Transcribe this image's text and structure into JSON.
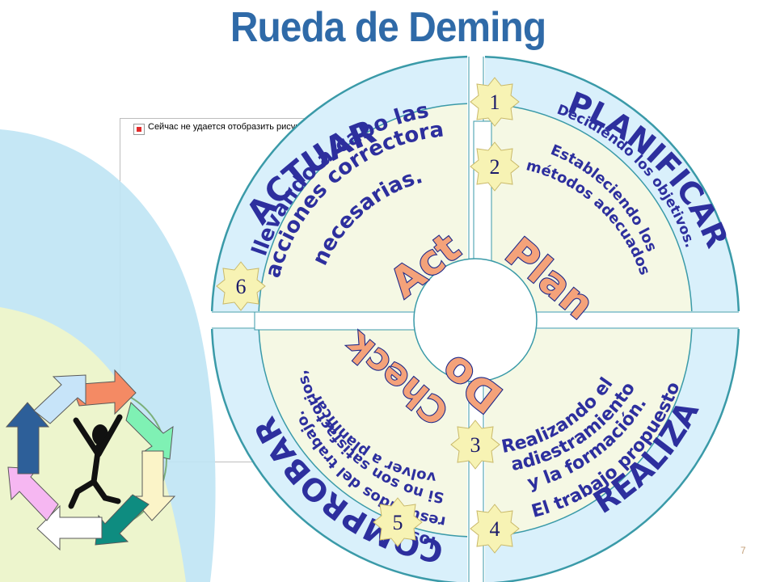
{
  "title": "Rueda de Deming",
  "broken_image_text": "Сейчас не удается отобразить рисунок.",
  "page_number": "7",
  "quadrants": {
    "top_left": {
      "label": "ACTUAR",
      "center_word": "Act",
      "desc_lines": [
        "llevando a cabo las",
        "acciones correctoras",
        "necesarias."
      ]
    },
    "top_right": {
      "label": "PLANIFICAR",
      "center_word": "Plan",
      "desc_outer": "Decidiendo los objetivos.",
      "desc_lines": [
        "Estableciendo los",
        "métodos adecuados"
      ]
    },
    "bottom_right": {
      "label": "REALIZAR",
      "center_word": "Do",
      "desc_outer": "El trabajo propuesto",
      "desc_lines": [
        "Realizando el",
        "adiestramiento",
        "y la formación."
      ]
    },
    "bottom_left": {
      "label": "COMPROBAR",
      "center_word": "Check",
      "desc_lines": [
        "los",
        "resultados del trabajo.",
        "Si no son satisfactorios,",
        "volver a planificar"
      ]
    }
  },
  "badges": [
    "1",
    "2",
    "3",
    "4",
    "5",
    "6"
  ],
  "colors": {
    "title": "#2f6aa8",
    "outer_ring": "#d9f0fb",
    "inner_disc": "#f5f8e4",
    "wheel_stroke": "#3a9aa8",
    "text": "#2d2f9e",
    "center_word_fill": "#f4a27a",
    "center_word_stroke": "#1f2a8a",
    "badge_fill": "#f7f3b4"
  }
}
